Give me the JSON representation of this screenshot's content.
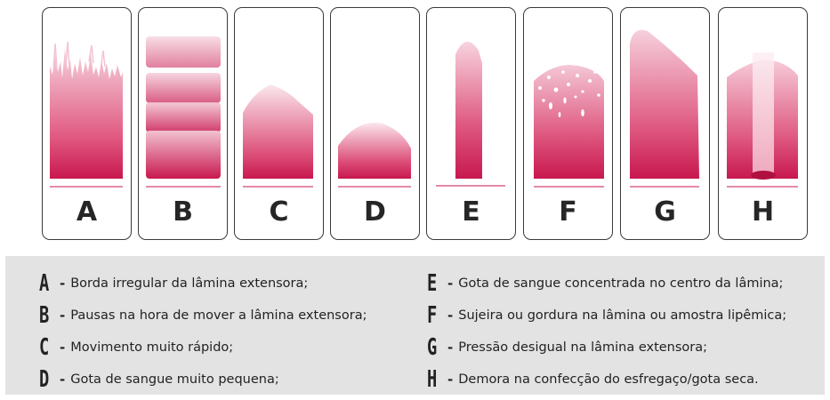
{
  "slides": [
    {
      "letter": "A"
    },
    {
      "letter": "B"
    },
    {
      "letter": "C"
    },
    {
      "letter": "D"
    },
    {
      "letter": "E"
    },
    {
      "letter": "F"
    },
    {
      "letter": "G"
    },
    {
      "letter": "H"
    }
  ],
  "legend": [
    {
      "key": "A",
      "text": "Borda irregular da lâmina extensora;"
    },
    {
      "key": "B",
      "text": "Pausas na hora de mover a lâmina extensora;"
    },
    {
      "key": "C",
      "text": "Movimento muito rápido;"
    },
    {
      "key": "D",
      "text": "Gota de sangue muito pequena;"
    },
    {
      "key": "E",
      "text": "Gota de sangue concentrada no centro da lâmina;"
    },
    {
      "key": "F",
      "text": "Sujeira ou gordura na lâmina ou amostra lipêmica;"
    },
    {
      "key": "G",
      "text": "Pressão desigual na lâmina extensora;"
    },
    {
      "key": "H",
      "text": "Demora na confecção do esfregaço/gota seca."
    }
  ],
  "colors": {
    "smear_dark": "#c8184f",
    "smear_light": "#fce9ef",
    "legend_bg": "#e3e3e3",
    "border": "#3a3a3a"
  }
}
